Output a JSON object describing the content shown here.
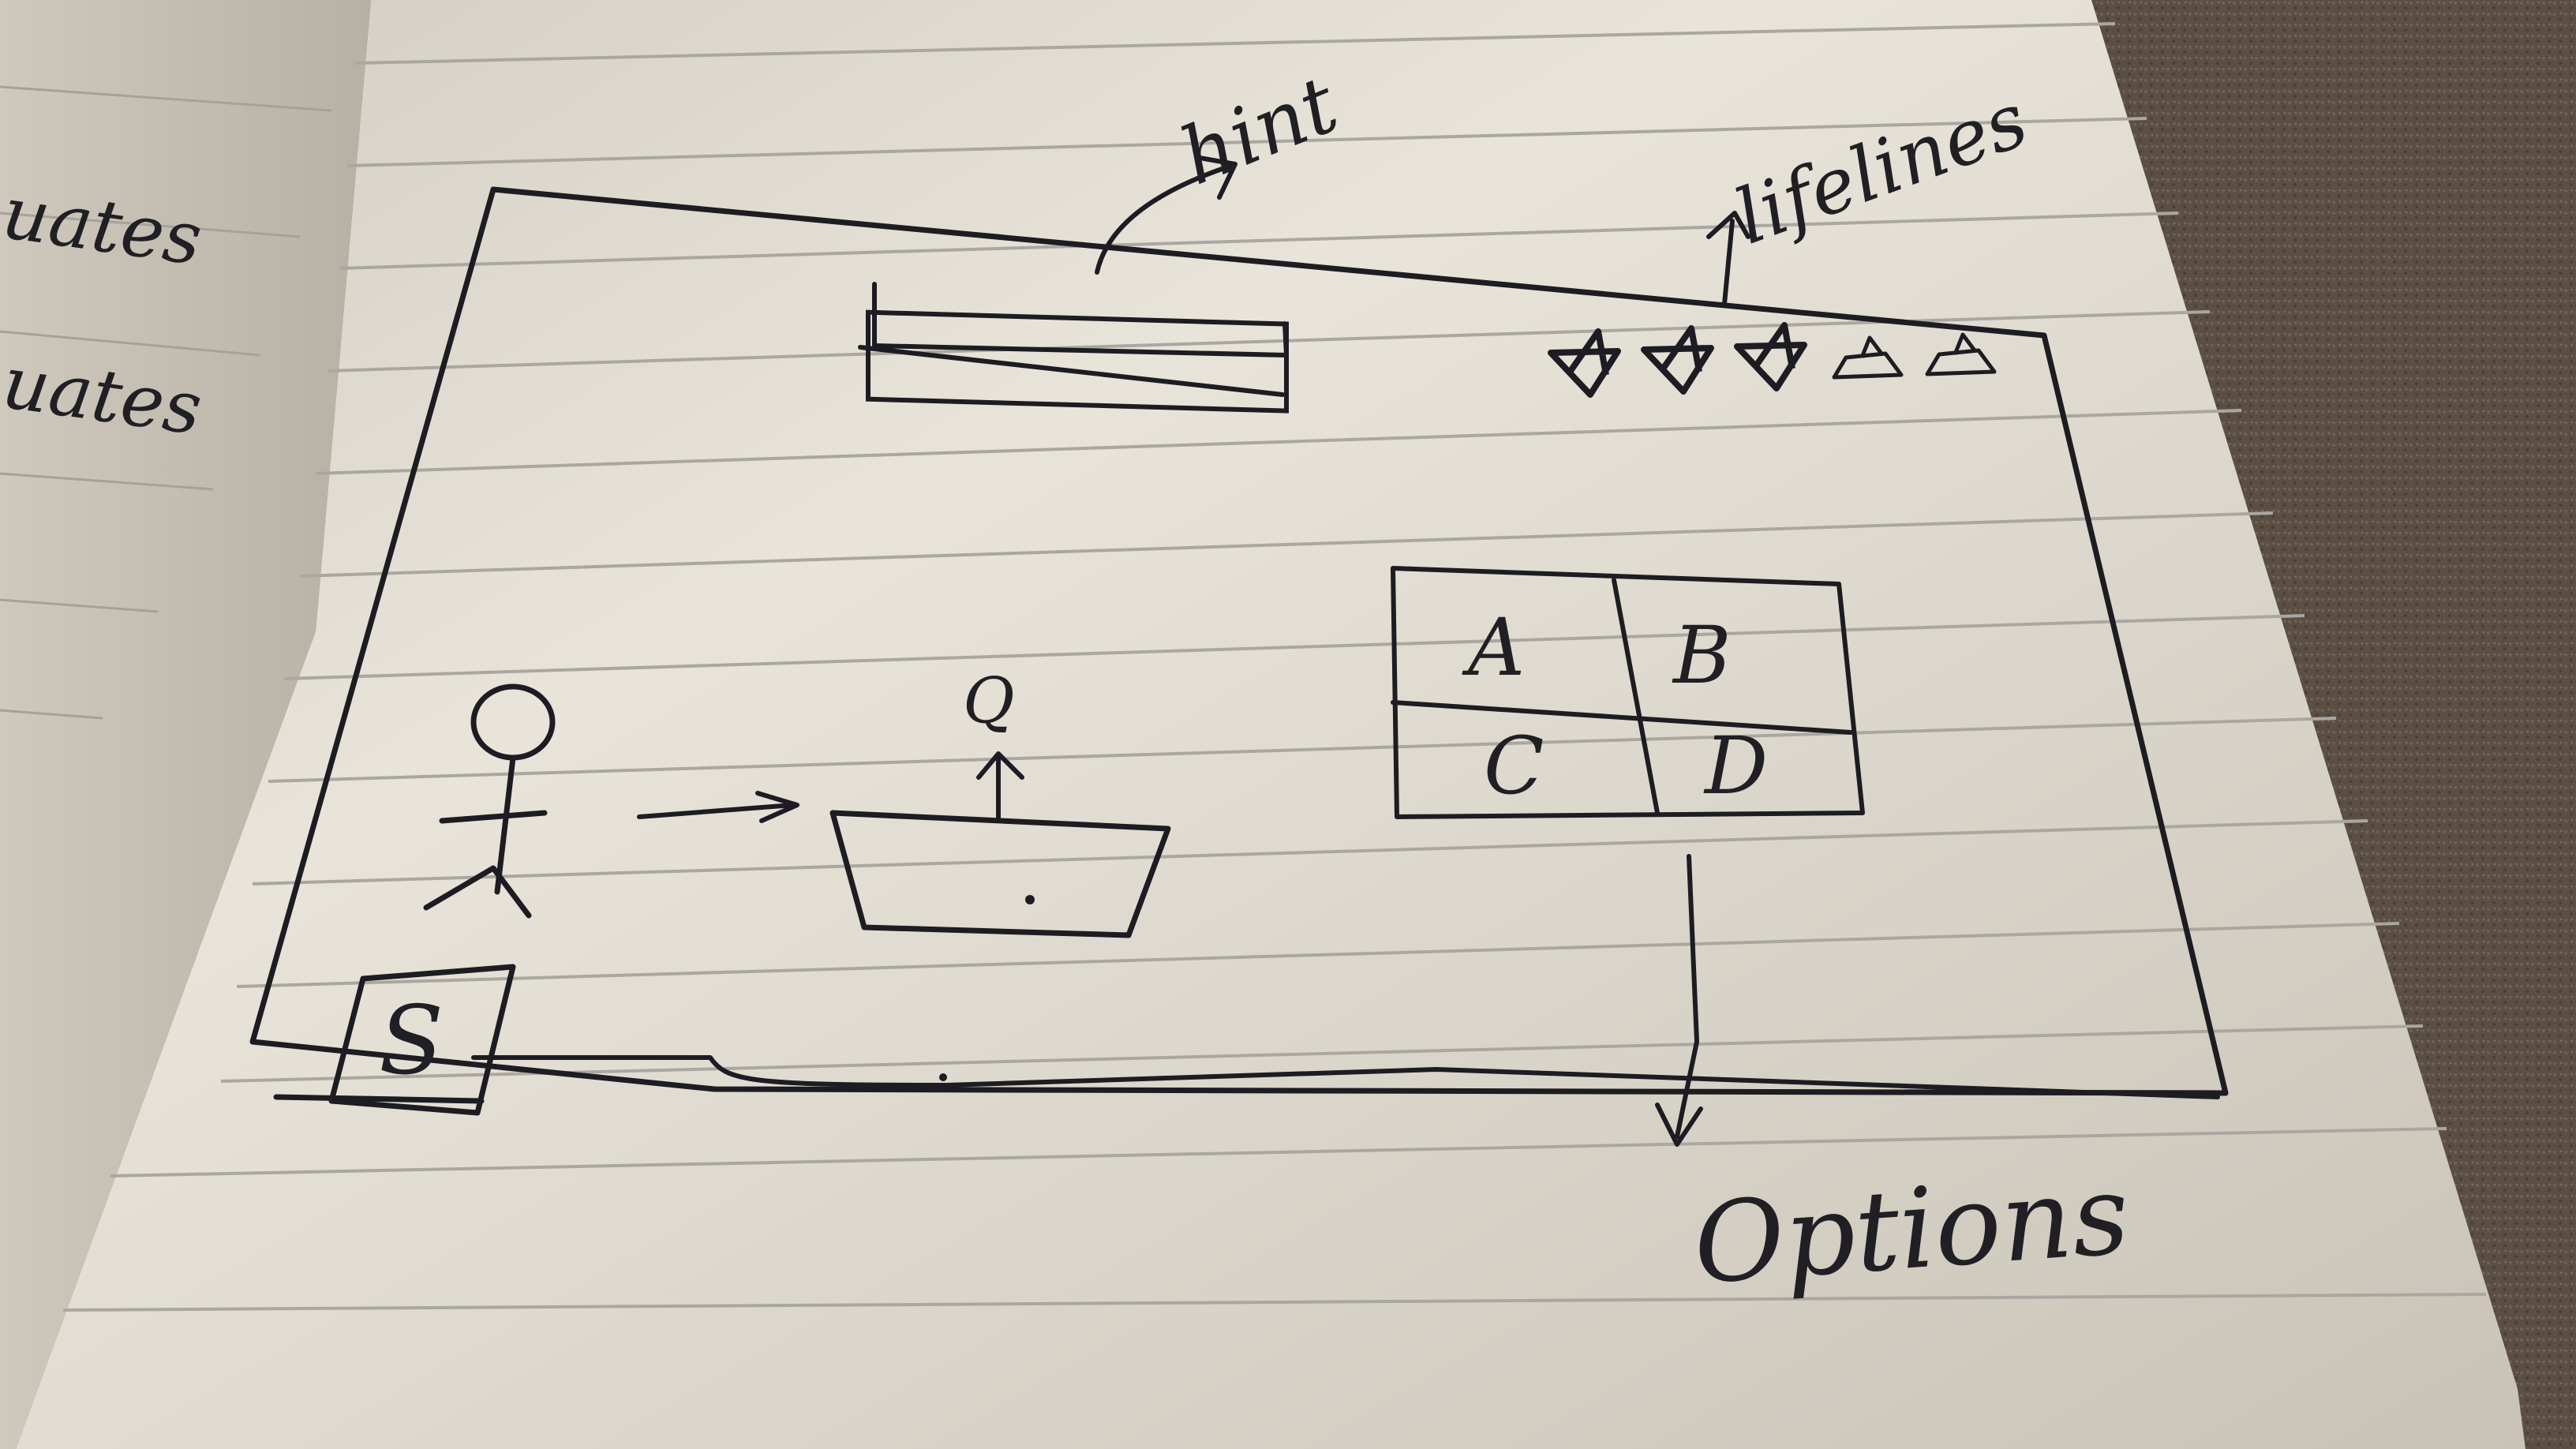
{
  "sketch": {
    "label_hint": "hint",
    "label_lifelines": "lifelines",
    "label_options": "Options",
    "question_marker": "Q",
    "options_grid": [
      "A",
      "B",
      "C",
      "D"
    ],
    "corner_box_label": "S"
  },
  "left_page_fragments": [
    "uates",
    "uates"
  ],
  "lifelines_count": 5,
  "lifelines_filled": 3,
  "colors": {
    "paper": "#e7e3d9",
    "ink": "#1c1c22",
    "rule_line": "#a9a6a2",
    "carpet": "#5b4f44"
  }
}
